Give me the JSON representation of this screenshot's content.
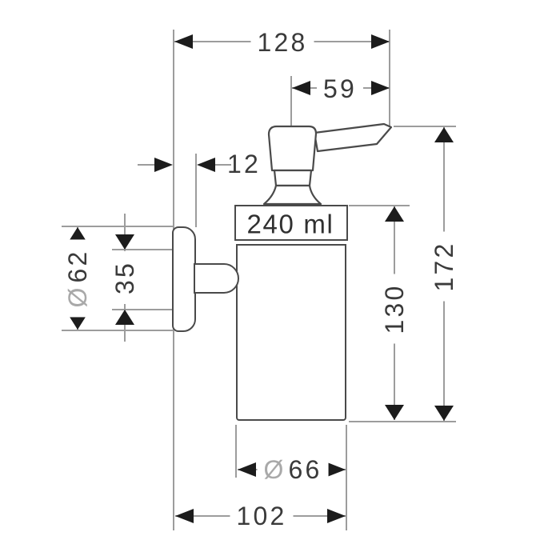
{
  "drawing": {
    "kind": "technical dimension drawing",
    "subject": "wall-mounted soap dispenser (side view)",
    "capacity_label": "240 ml",
    "dimensions": {
      "overall_width": "128",
      "spout_projection": "59",
      "wall_offset": "12",
      "overall_height": "172",
      "container_height": "130",
      "plate_span": "35",
      "diameter_symbol": "Ø",
      "plate_diameter": "62",
      "container_diameter": "66",
      "overall_depth": "102"
    },
    "colors": {
      "background": "#ffffff",
      "outline": "#4a4a4a",
      "dimension_line": "#9c9c9c",
      "arrow": "#1c1c1c",
      "text": "#3a3a3a",
      "diameter_symbol": "#a9a9a9"
    }
  }
}
